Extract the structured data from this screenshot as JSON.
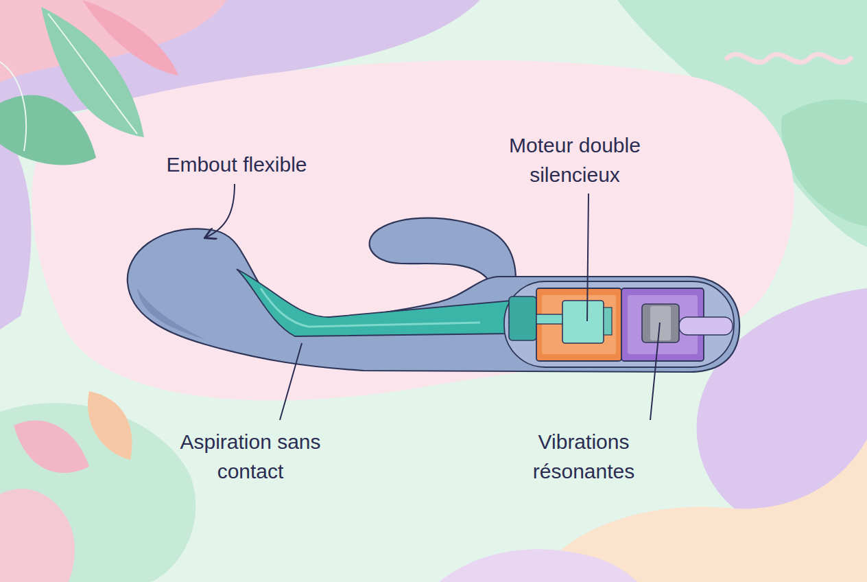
{
  "diagram": {
    "labels": [
      "Embout flexible",
      "Moteur double silencieux",
      "Aspiration sans contact",
      "Vibrations résonantes"
    ]
  }
}
